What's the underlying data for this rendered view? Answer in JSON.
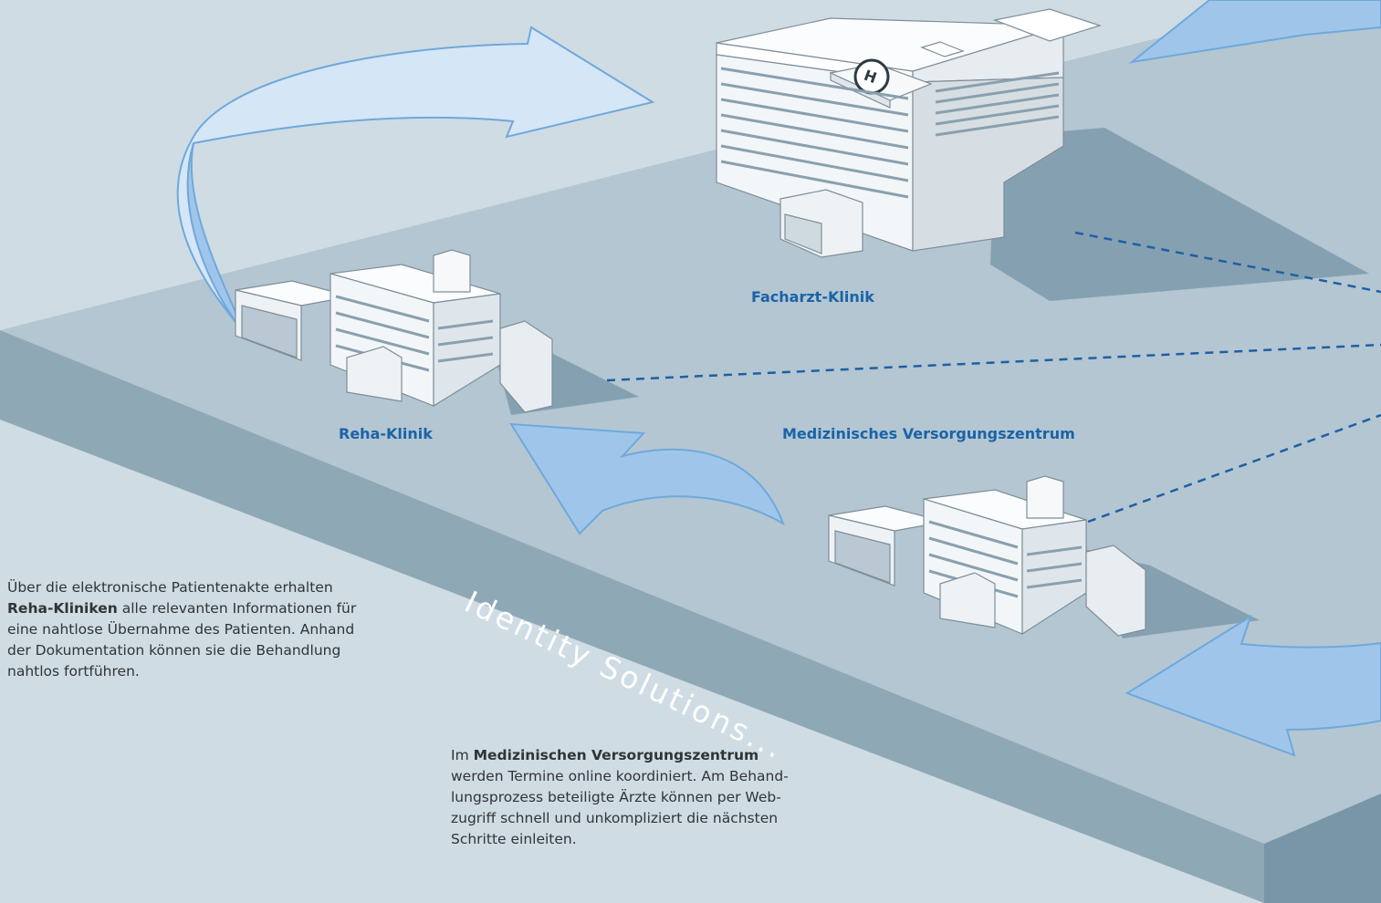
{
  "labels": {
    "facharzt": "Facharzt-Klinik",
    "reha": "Reha-Klinik",
    "mvz": "Medizinisches Versorgungszentrum"
  },
  "slogan": "Identity Solutions...",
  "text_reha": {
    "line1": "Über die elektronische Patientenakte erhalten",
    "line2_bold": "Reha-Kliniken",
    "line2_rest": " alle relevanten Informationen für",
    "line3": "eine nahtlose Übernahme des Patienten. Anhand",
    "line4": "der Dokumentation können sie die Behandlung",
    "line5": "nahtlos fortführen."
  },
  "text_mvz": {
    "line1_prefix": "Im ",
    "line1_bold": "Medizinischen Versorgungszentrum",
    "line2": "werden Termine online koordiniert. Am Behand-",
    "line3": "lungsprozess beteiligte Ärzte können per Web-",
    "line4": "zugriff schnell und unkompliziert die nächsten",
    "line5": "Schritte einleiten."
  },
  "colors": {
    "background": "#cfdce4",
    "platform_top": "#b3c6d1",
    "platform_side": "#8fa8b6",
    "arrow_fill": "#9fc6ea",
    "arrow_light": "#d5e6f6",
    "arrow_stroke": "#6fa8dc",
    "dash_line": "#1f5fa6",
    "label_blue": "#1a63a8",
    "building": "#eef2f5"
  },
  "icons": {
    "helipad": "helipad-icon"
  }
}
